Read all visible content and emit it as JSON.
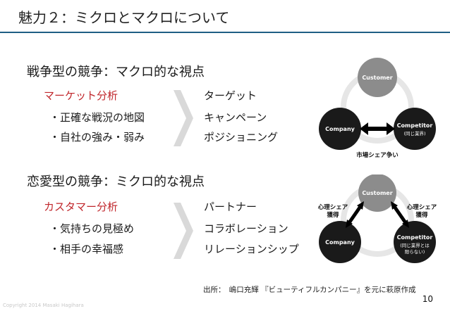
{
  "slide": {
    "title": "魅力２：ミクロとマクロについて",
    "page_number": "10",
    "copyright": "Copyright 2014 Masaki Hagihara",
    "source": "出所：　嶋口充輝 『ビューティフルカンパニー』を元に萩原作成"
  },
  "sections": [
    {
      "heading": "戦争型の競争：マクロ的な視点",
      "subheading": "マーケット分析",
      "bullets": [
        "・正確な戦況の地図",
        "・自社の強み・弱み"
      ],
      "right_items": [
        "ターゲット",
        "キャンペーン",
        "ポジショニング"
      ],
      "diagram": {
        "customer": "Customer",
        "company": "Company",
        "competitor": "Competitor",
        "competitor_sub": "(同じ業界)",
        "annotation": "市場シェア争い"
      }
    },
    {
      "heading": "恋愛型の競争：ミクロ的な視点",
      "subheading": "カスタマー分析",
      "bullets": [
        "・気持ちの見極め",
        "・相手の幸福感"
      ],
      "right_items": [
        "パートナー",
        "コラボレーション",
        "リレーションシップ"
      ],
      "diagram": {
        "customer": "Customer",
        "company": "Company",
        "competitor": "Competitor",
        "competitor_sub_1": "(同じ業界とは",
        "competitor_sub_2": "限らない)",
        "annot_left_1": "心理シェア",
        "annot_left_2": "獲得",
        "annot_right_1": "心理シェア",
        "annot_right_2": "獲得"
      }
    }
  ],
  "colors": {
    "title_rule": "#1f5f84",
    "red_subheading": "#c0262b",
    "chevron": "#d9d9d9",
    "customer_circle": "#8c8c8c",
    "dark_circle": "#1a1a1a",
    "ring": "#e6e6e6"
  }
}
